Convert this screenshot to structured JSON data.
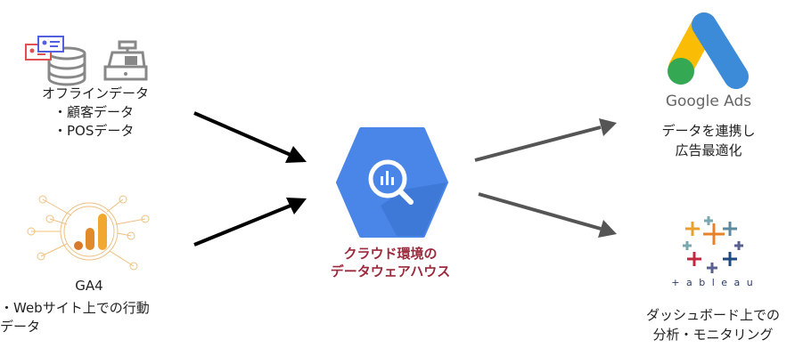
{
  "offline": {
    "title": "オフラインデータ",
    "items": [
      "・顧客データ",
      "・POSデータ"
    ],
    "icons": [
      "customer-database-icon",
      "cash-register-icon"
    ]
  },
  "ga4": {
    "title": "GA4",
    "line1": "・Webサイト上での行動",
    "line2": "データ",
    "icon": "google-analytics-icon"
  },
  "center": {
    "line1": "クラウド環境の",
    "line2": "データウェアハウス",
    "icon": "bigquery-icon",
    "color": "#9b2a3d"
  },
  "google_ads": {
    "logo_text": "Google Ads",
    "line1": "データを連携し",
    "line2": "広告最適化"
  },
  "tableau": {
    "logo_text": "+ a b l e a u",
    "line1": "ダッシュボード上での",
    "line2": "分析・モニタリング"
  },
  "colors": {
    "bigquery": "#4a86e8",
    "ads_blue": "#3c8bd9",
    "ads_yellow": "#fabc04",
    "ads_green": "#34a853"
  }
}
